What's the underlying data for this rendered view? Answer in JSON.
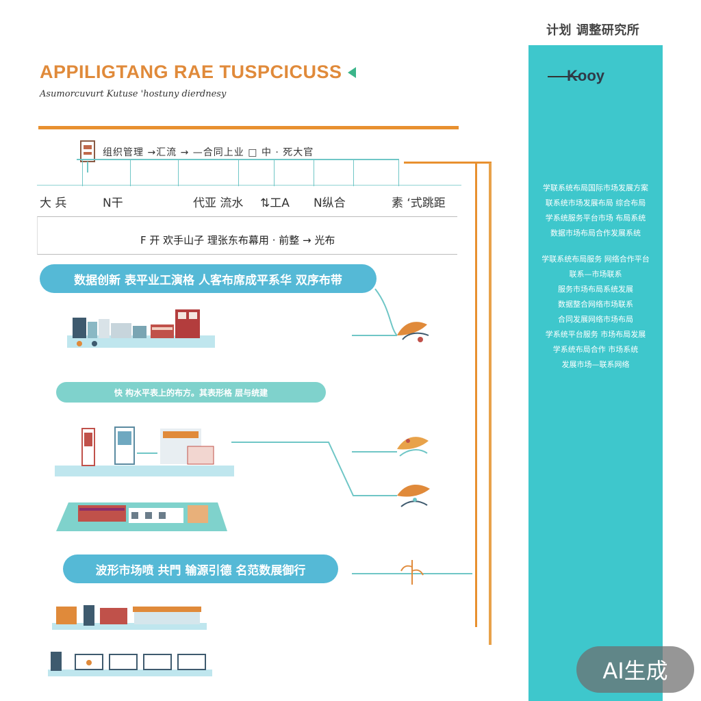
{
  "header": {
    "title": "APPILIGTANG RAE TUSPCICUSS",
    "subtitle": "Asumorcuvurt Kutuse 'hostuny dierdnesy"
  },
  "top_row": {
    "labels": "组织管理 →汇流 → —合同上业 □ 中 · 死大官"
  },
  "categories": [
    "大 兵",
    "N干",
    "代亚 流水",
    "⇅工A",
    "N纵合",
    "素 ‘式跳距"
  ],
  "section": {
    "caption": "F 开 欢手山子 理张东布幕用 · 前整 → 光布"
  },
  "pills": {
    "a": "数据创新 表平业工演格 人客布席成平系华 双序布带",
    "b": "快 构水平表上的布方。其表形格 层与统建",
    "c": "波形市场喷 共門 输源引德 名范数展御行"
  },
  "sidebar": {
    "header": "计划 调整研究所",
    "key_label": "Kooy",
    "block1": [
      "学联系统布局国际市场发展方案",
      "联系统市场发展布局 综合布局",
      "学系统服务平台市场 布局系统",
      "数据市场布局合作发展系统"
    ],
    "block2": [
      "学联系统布局服务 网络合作平台",
      "联系—市场联系",
      "服务市场布局系统发展",
      "数据整合网络市场联系",
      "合同发展网络市场布局",
      "学系统平台服务 市场布局发展",
      "学系统布局合作 市场系统",
      "发展市场—联系网络"
    ]
  },
  "badge": {
    "label": "AI生成"
  },
  "colors": {
    "accent_orange": "#e08a3a",
    "accent_teal": "#3ec7cc",
    "pill_blue": "#55b9d6",
    "pill_mint": "#7fd2cc"
  }
}
